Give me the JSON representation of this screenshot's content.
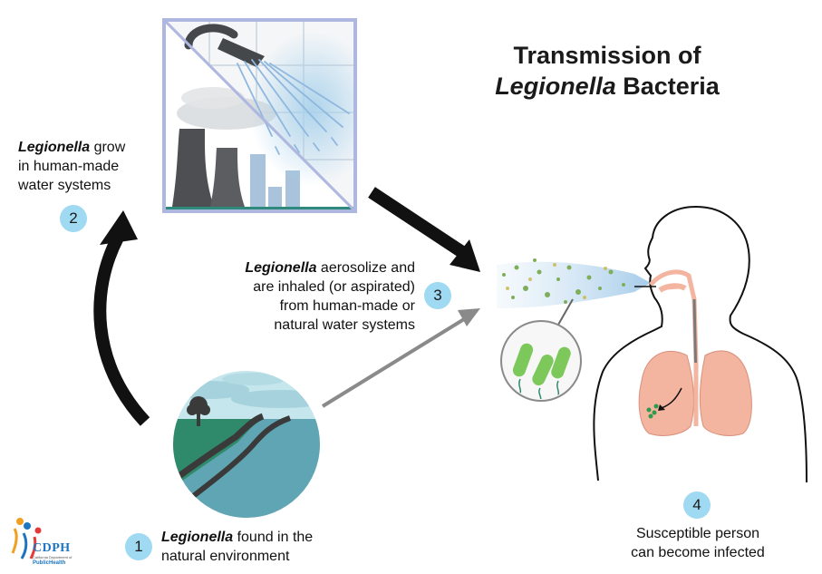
{
  "title": {
    "line1": "Transmission of",
    "line2_italic": "Legionella",
    "line2_rest": " Bacteria"
  },
  "steps": [
    {
      "number": "1",
      "bold_italic": "Legionella",
      "text_line1": " found in the",
      "text_line2": "natural environment"
    },
    {
      "number": "2",
      "bold_italic": "Legionella",
      "text_line1": " grow",
      "text_line2": "in human-made",
      "text_line3": "water systems"
    },
    {
      "number": "3",
      "bold_italic": "Legionella",
      "text_line1": " aerosolize and",
      "text_line2": "are inhaled (or aspirated)",
      "text_line3": "from human-made or",
      "text_line4": "natural water systems"
    },
    {
      "number": "4",
      "text_line1": "Susceptible person",
      "text_line2": "can become infected"
    }
  ],
  "logo": {
    "acronym": "CDPH",
    "sub1": "California Department of",
    "sub2": "PublicHealth"
  },
  "colors": {
    "badge": "#9fd9f2",
    "water": "#5fa5b4",
    "grass": "#2e8a6a",
    "lung": "#f3b4a0",
    "bacteria": "#7cc85a",
    "aerosol": "#a6d0ea"
  }
}
